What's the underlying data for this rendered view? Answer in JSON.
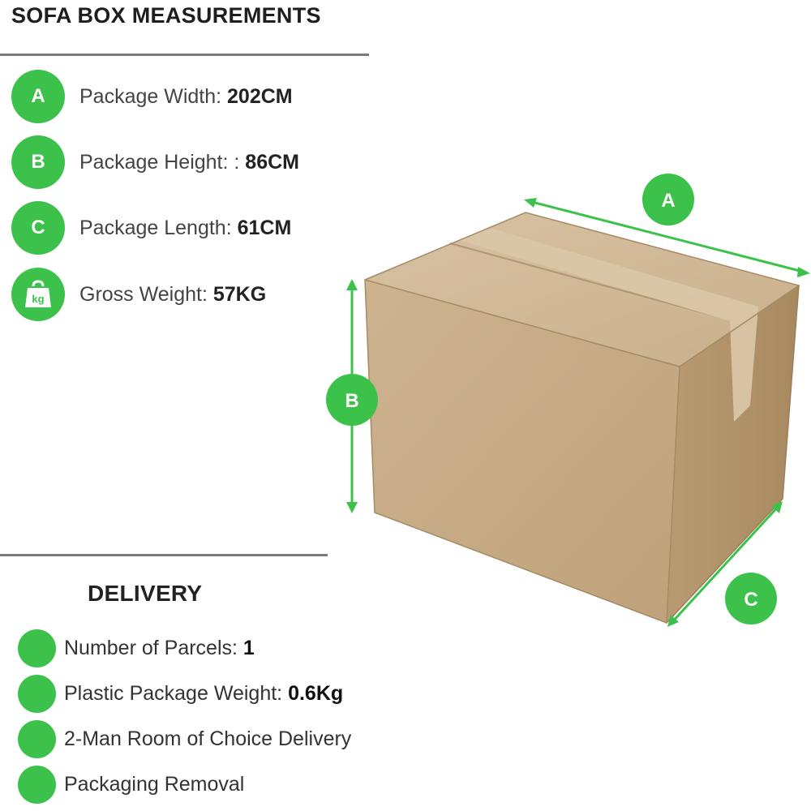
{
  "header": {
    "title": "SOFA BOX MEASUREMENTS"
  },
  "measurements": [
    {
      "badge": "A",
      "label": "Package Width: ",
      "value": "202CM"
    },
    {
      "badge": "B",
      "label": "Package Height: : ",
      "value": "86CM"
    },
    {
      "badge": "C",
      "label": "Package Length: ",
      "value": "61CM"
    },
    {
      "badge": "kg",
      "icon": "weight-bag-icon",
      "label": "Gross Weight: ",
      "value": "57KG"
    }
  ],
  "delivery": {
    "title": "DELIVERY",
    "items": [
      {
        "label": "Number of Parcels: ",
        "value": "1"
      },
      {
        "label": "Plastic Package Weight: ",
        "value": "0.6Kg"
      },
      {
        "label": "2-Man Room of Choice Delivery",
        "value": ""
      },
      {
        "label": "Packaging Removal",
        "value": ""
      }
    ]
  },
  "diagram": {
    "width_marker": "A",
    "height_marker": "B",
    "length_marker": "C"
  },
  "colors": {
    "accent": "#3cc24a",
    "divider": "#7a7a7a",
    "cardboard": "#c8ad88",
    "tape": "#d6c2a1"
  }
}
